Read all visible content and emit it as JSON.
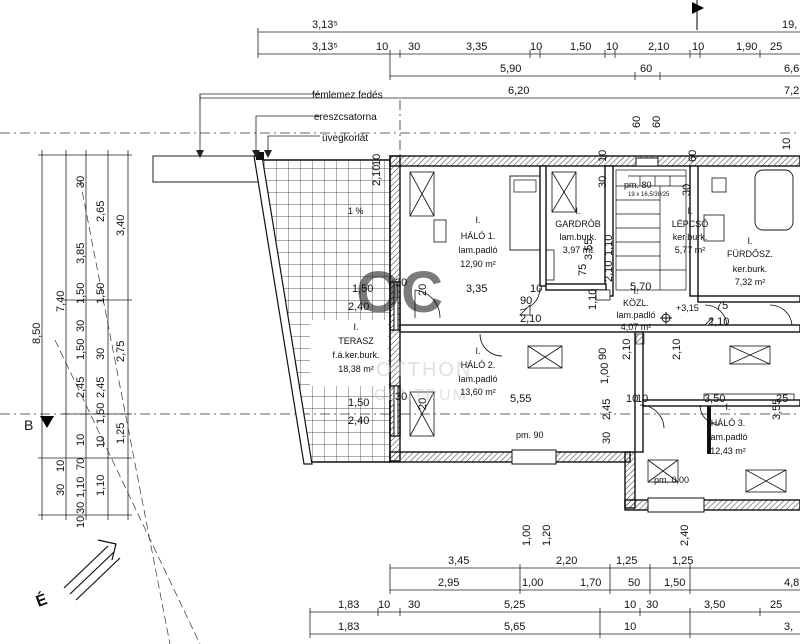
{
  "annotations": {
    "roof_sheet": "fémlemez fedés",
    "gutter": "ereszcsatorna",
    "glass_railing": "üvegkorlát",
    "slope": "1 %",
    "section_mark": "B",
    "compass": "É"
  },
  "rooms": [
    {
      "num": "I.",
      "name": "HÁLÓ 1.",
      "floor": "lam.padló",
      "area": "12,90 m²"
    },
    {
      "num": "I.",
      "name": "GARDRÓB",
      "floor": "lam.burk.",
      "area": "3,97 m²"
    },
    {
      "num": "I.",
      "name": "LÉPCSŐ",
      "floor": "ker.burk.",
      "area": "5,77 m²"
    },
    {
      "num": "I.",
      "name": "FÜRDŐSZ.",
      "floor": "ker.burk.",
      "area": "7,32 m²"
    },
    {
      "num": "I.",
      "name": "KÖZL.",
      "floor": "lam.padló",
      "area": "4,07 m²"
    },
    {
      "num": "I.",
      "name": "HÁLÓ 2.",
      "floor": "lam.padló",
      "area": "13,60 m²"
    },
    {
      "num": "I.",
      "name": "HÁLÓ 3.",
      "floor": "lam.padló",
      "area": "12,43 m²"
    },
    {
      "num": "I.",
      "name": "TERASZ",
      "floor": "f.á.ker.burk.",
      "area": "18,38 m²"
    }
  ],
  "levels": {
    "pm80": "pm. 80",
    "pm90": "pm. 90",
    "pm000": "pm. 0,00",
    "plus315": "+3,15",
    "stair": "19 x 16,5/30/25"
  },
  "top_dims": {
    "row1": [
      "3,13⁵",
      "19,"
    ],
    "row2": [
      "3,13⁵",
      "10",
      "30",
      "3,35",
      "10",
      "1,50",
      "10",
      "2,10",
      "10",
      "1,90",
      "25"
    ],
    "row3": [
      "5,90",
      "60",
      "6,6"
    ],
    "row4": [
      "6,20",
      "7,2"
    ]
  },
  "left_dims": {
    "col1": [
      "8,50"
    ],
    "col2": [
      "7,40",
      "10",
      "30"
    ],
    "col3": [
      "30",
      "3,85",
      "1,50",
      "30",
      "1,50",
      "2,45",
      "10",
      "70",
      "1,10",
      "30",
      "10"
    ],
    "col4": [
      "2,65",
      "1,50",
      "30",
      "2,45",
      "1,50",
      "10",
      "1,10"
    ],
    "col5": [
      "3,40",
      "2,75",
      "1,25"
    ]
  },
  "interior_dims": [
    "1,50",
    "30",
    "20",
    "2,40",
    "3,35",
    "10",
    "90",
    "1,10",
    "5,70",
    "75",
    "2,10",
    "2,10",
    "1,50",
    "30",
    "20",
    "2,40",
    "5,55",
    "10",
    "2,45",
    "10",
    "3,50",
    "25",
    "3,55",
    "30",
    "1,20",
    "1,00",
    "2,40",
    "90",
    "2,10",
    "2,10",
    "1,10",
    "2,10",
    "3,55",
    "10",
    "60",
    "60",
    "60",
    "30",
    "75",
    "10",
    "30",
    "2,10",
    "10",
    "1,00"
  ],
  "bottom_dims": {
    "row1": [
      "3,45",
      "2,20",
      "1,25",
      "1,25"
    ],
    "row2": [
      "2,95",
      "1,00",
      "1,70",
      "50",
      "1,50",
      "4,8"
    ],
    "row3": [
      "1,83",
      "10",
      "30",
      "5,25",
      "10",
      "30",
      "3,50",
      "25"
    ],
    "row4": [
      "1,83",
      "5,65",
      "10",
      "3,"
    ]
  },
  "watermark": {
    "mark": "OC",
    "line1": "OTTHON",
    "line2": "CENTRUM"
  }
}
